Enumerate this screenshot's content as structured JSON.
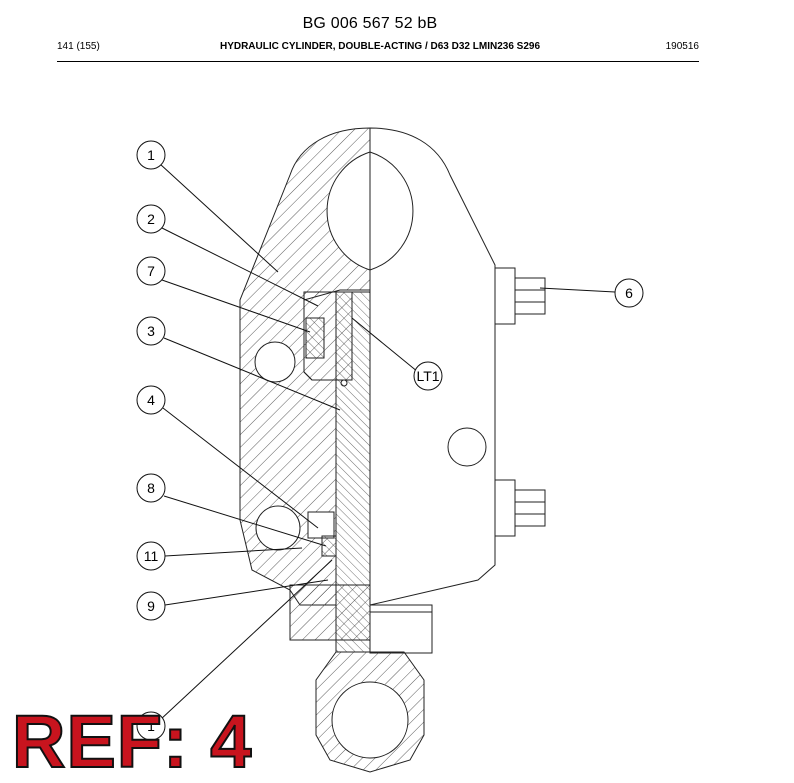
{
  "header": {
    "doc_number": "BG 006 567 52 bB",
    "page_ref": "141 (155)",
    "title": "HYDRAULIC CYLINDER, DOUBLE-ACTING / D63 D32 LMIN236 S296",
    "date": "190516"
  },
  "callouts": [
    {
      "label": "1"
    },
    {
      "label": "2"
    },
    {
      "label": "7"
    },
    {
      "label": "3"
    },
    {
      "label": "4"
    },
    {
      "label": "8"
    },
    {
      "label": "11"
    },
    {
      "label": "9"
    },
    {
      "label": "6"
    },
    {
      "label": "LT1"
    },
    {
      "label": "1"
    }
  ],
  "stamp": {
    "text": "REF: 4",
    "color": "#c8141e"
  }
}
